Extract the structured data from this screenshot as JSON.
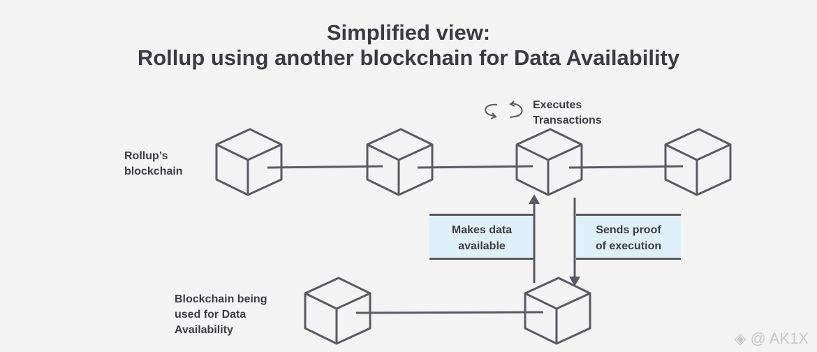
{
  "title": {
    "line1": "Simplified view:",
    "line2": "Rollup using another blockchain for Data Availability"
  },
  "rollup_label": {
    "line1": "Rollup’s",
    "line2": "blockchain"
  },
  "da_label": {
    "line1": "Blockchain being",
    "line2": "used for Data",
    "line3": "Availability"
  },
  "executes": {
    "line1": "Executes",
    "line2": "Transactions",
    "icon": "cycle-arrows-icon"
  },
  "makes_data": {
    "line1": "Makes data",
    "line2": "available"
  },
  "sends_proof": {
    "line1": "Sends proof",
    "line2": "of execution"
  },
  "watermark": {
    "text": "@ AK1X",
    "icon": "binance-logo-icon"
  },
  "colors": {
    "stroke": "#5a5a62",
    "box_fill": "#e0f0f8",
    "background": "#f4f4f4"
  }
}
